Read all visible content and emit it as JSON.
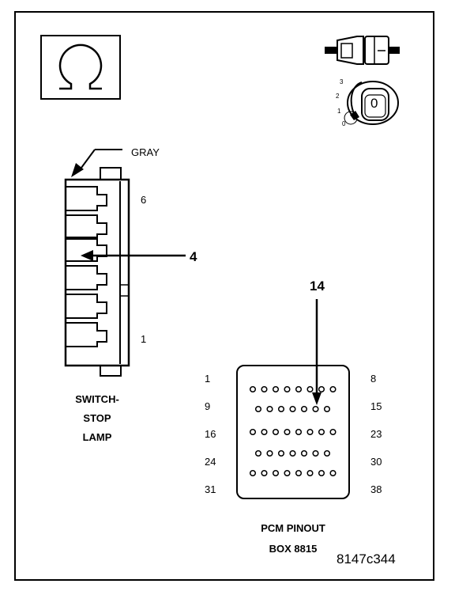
{
  "diagram": {
    "connector_color": "GRAY",
    "connector_pins": {
      "top": "6",
      "bottom": "1"
    },
    "connector_callout": "4",
    "connector_caption": [
      "SWITCH-",
      "STOP",
      "LAMP"
    ],
    "pcm_callout": "14",
    "pcm_rows": [
      {
        "left": "1",
        "right": "8",
        "holes": 8
      },
      {
        "left": "9",
        "right": "15",
        "holes": 7
      },
      {
        "left": "16",
        "right": "23",
        "holes": 8
      },
      {
        "left": "24",
        "right": "30",
        "holes": 7
      },
      {
        "left": "31",
        "right": "38",
        "holes": 8
      }
    ],
    "pcm_caption": [
      "PCM PINOUT",
      "BOX 8815"
    ],
    "ignition_positions": [
      "3",
      "2",
      "1",
      "0"
    ],
    "key_label": "0",
    "figure_id": "8147c344"
  },
  "icons": [
    "ohm-icon",
    "connector-icon",
    "ignition-key-icon"
  ]
}
